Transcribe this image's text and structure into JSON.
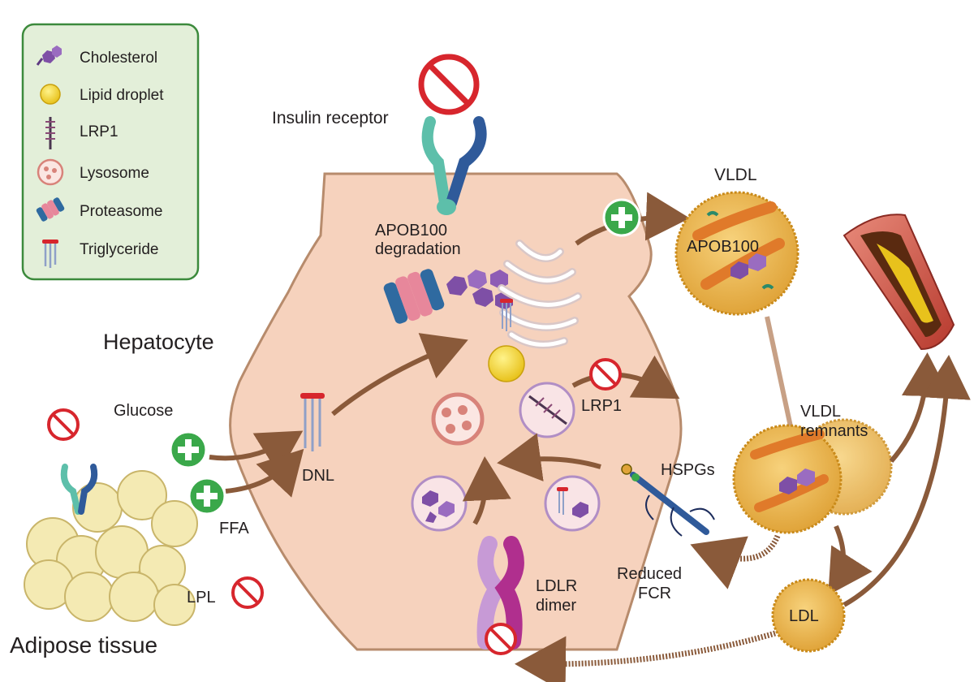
{
  "legend": {
    "items": [
      {
        "label": "Cholesterol",
        "icon": "cholesterol-icon"
      },
      {
        "label": "Lipid droplet",
        "icon": "lipid-droplet-icon"
      },
      {
        "label": "LRP1",
        "icon": "lrp1-icon"
      },
      {
        "label": "Lysosome",
        "icon": "lysosome-icon"
      },
      {
        "label": "Proteasome",
        "icon": "proteasome-icon"
      },
      {
        "label": "Triglyceride",
        "icon": "triglyceride-icon"
      }
    ]
  },
  "labels": {
    "insulin_receptor": "Insulin receptor",
    "apob100_degradation_line1": "APOB100",
    "apob100_degradation_line2": "degradation",
    "hepatocyte": "Hepatocyte",
    "glucose": "Glucose",
    "ffa": "FFA",
    "dnl": "DNL",
    "lrp1": "LRP1",
    "hspgs": "HSPGs",
    "reduced_fcr_line1": "Reduced",
    "reduced_fcr_line2": "FCR",
    "ldlr_dimer_line1": "LDLR",
    "ldlr_dimer_line2": "dimer",
    "vldl": "VLDL",
    "apob100": "APOB100",
    "vldl_remnants_line1": "VLDL",
    "vldl_remnants_line2": "remnants",
    "ldl": "LDL",
    "lpl": "LPL",
    "adipose_tissue": "Adipose tissue"
  },
  "colors": {
    "hepatocyte_fill": "#f6d2bd",
    "hepatocyte_stroke": "#b78b6c",
    "arrow": "#8a5a3a",
    "inhibit": "#d7262d",
    "stimulate": "#3aa84a",
    "legend_bg": "#e3efd9",
    "legend_border": "#3c8a3c",
    "cholesterol": "#7e4fa6",
    "lipoprotein": "#e9b14a",
    "adipocyte": "#f4eab3"
  }
}
